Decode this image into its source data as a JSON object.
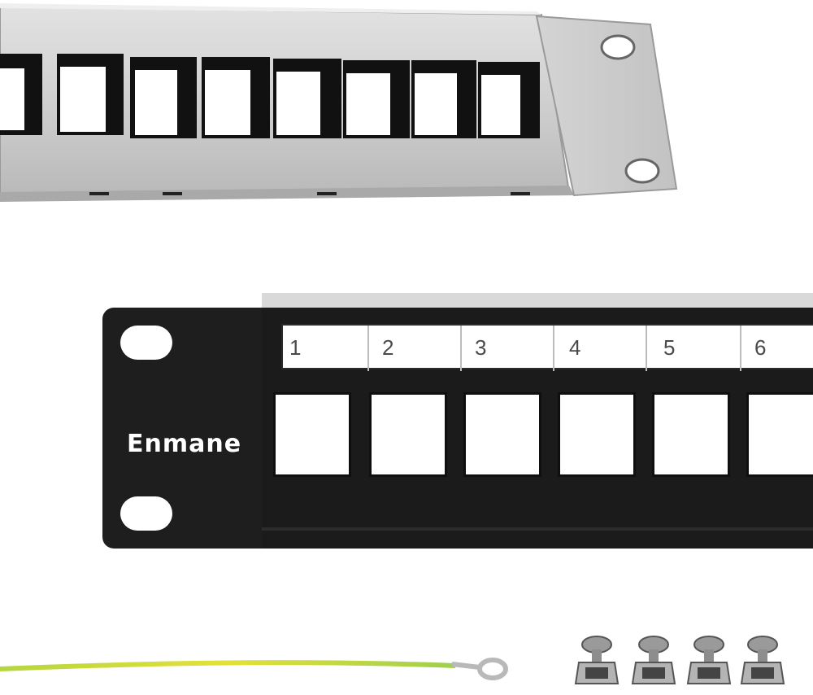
{
  "scene": {
    "description_alt": "Blank keystone patch panel product photo"
  },
  "brand": {
    "logo_text": "Enmane"
  },
  "port_labels": [
    "1",
    "2",
    "3",
    "4",
    "5",
    "6"
  ],
  "colors": {
    "silver_panel": "#c9c9c9",
    "black_panel": "#1e1e1e",
    "background": "#ffffff",
    "wire_green": "#9fd14a",
    "wire_yellow": "#e8e23a"
  },
  "accessories": {
    "ground_wire_icon": "ground-wire-icon",
    "cage_nut_icon": "cage-nut-screw-icon",
    "cage_nut_count": 4
  }
}
